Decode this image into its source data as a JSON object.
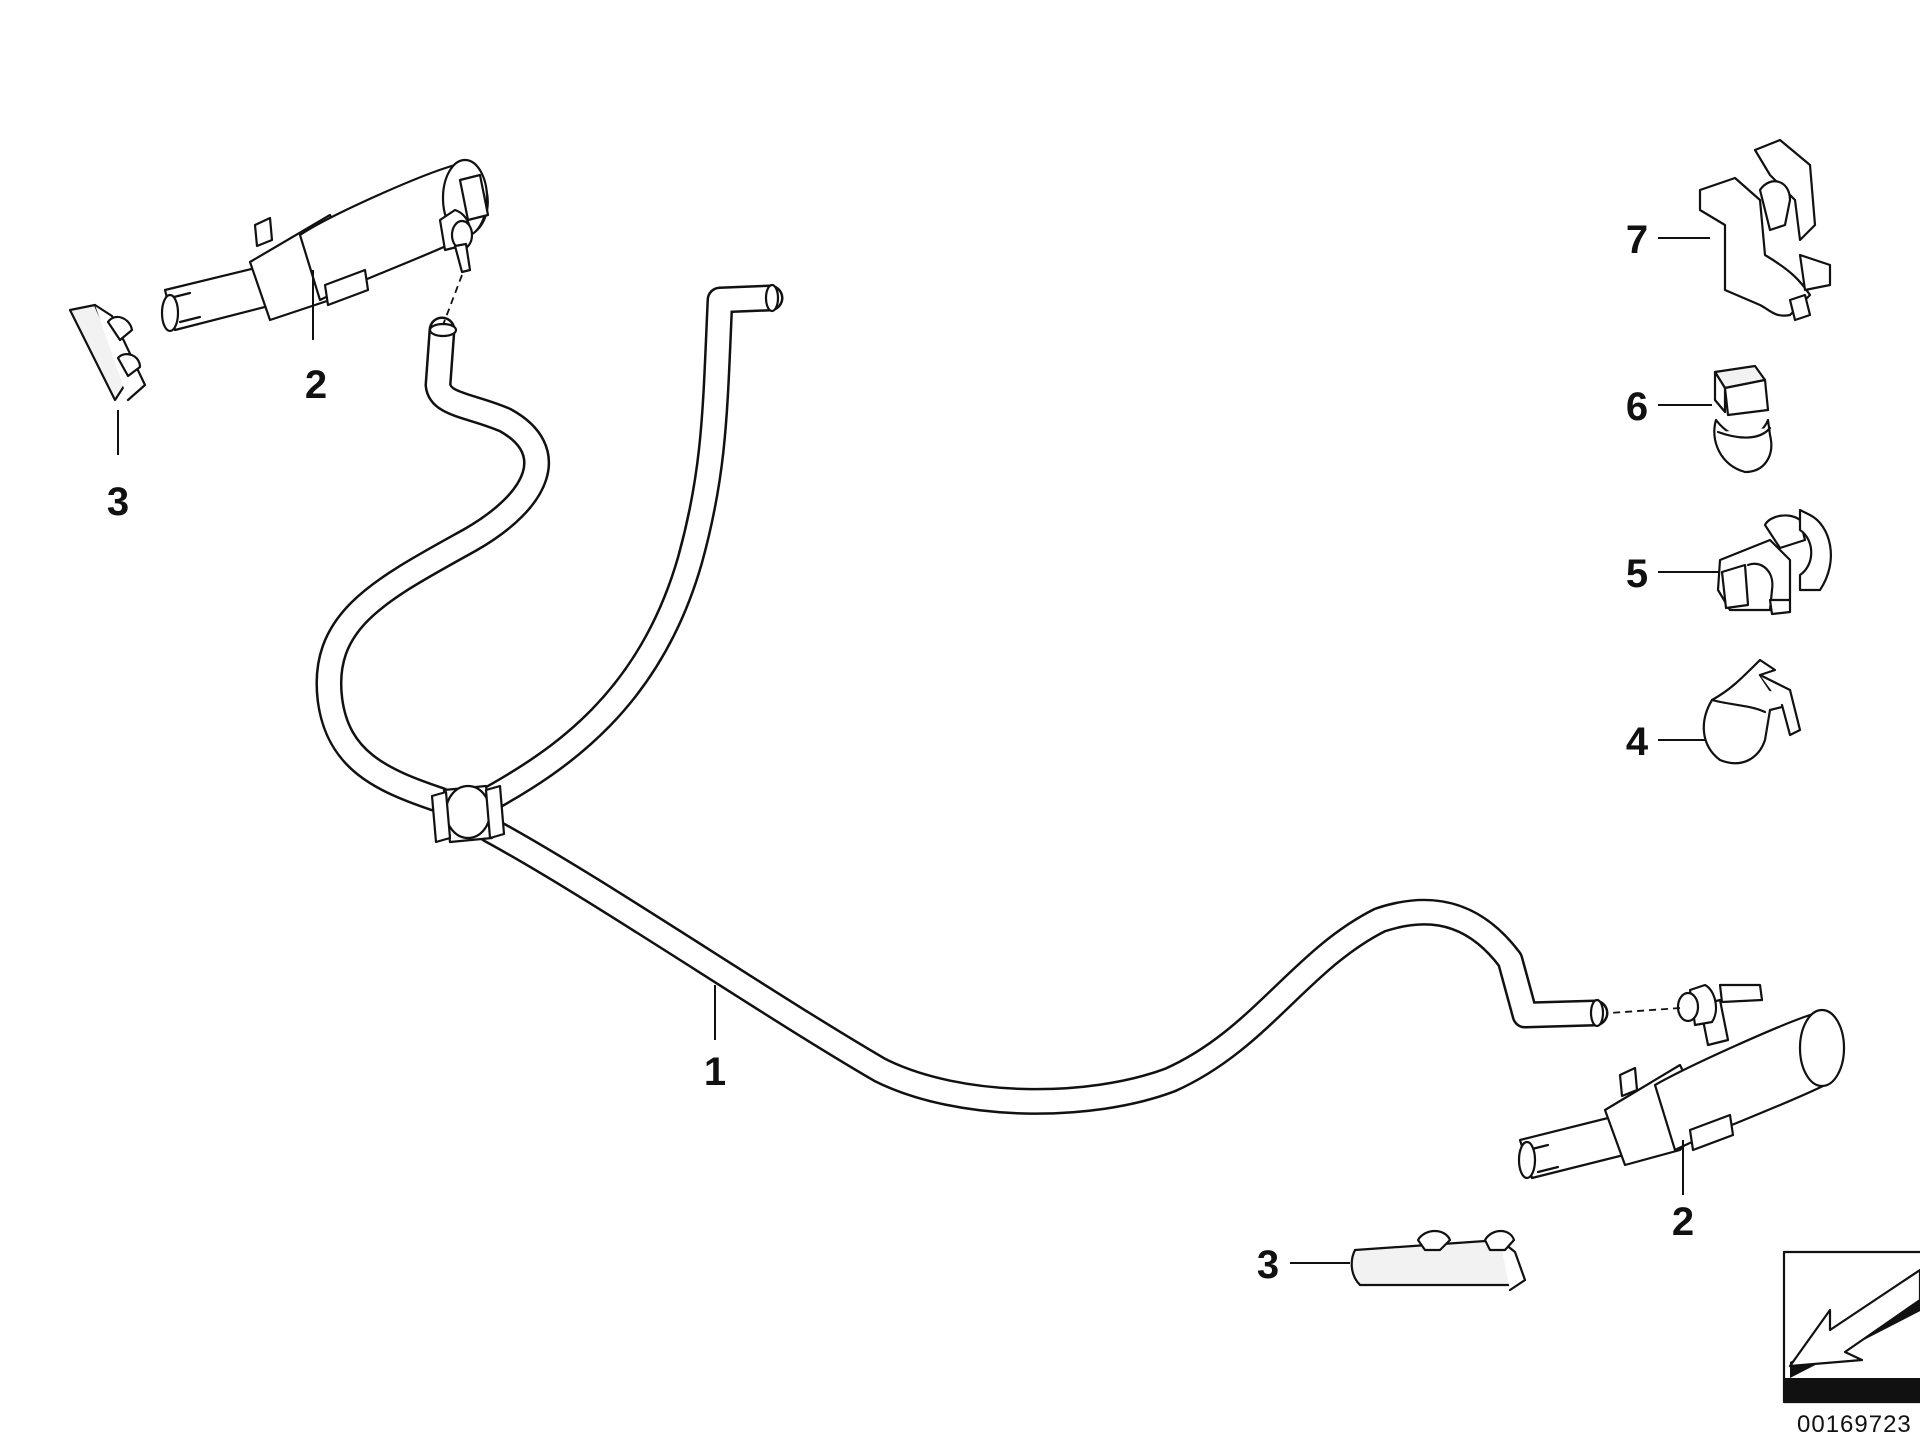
{
  "callouts": {
    "hose": "1",
    "pump_top": "2",
    "nozzle_top": "3",
    "pump_bottom": "2",
    "nozzle_bottom": "3",
    "clip_4": "4",
    "clip_5": "5",
    "clip_6": "6",
    "bracket_7": "7"
  },
  "drawing_id": "00169723"
}
